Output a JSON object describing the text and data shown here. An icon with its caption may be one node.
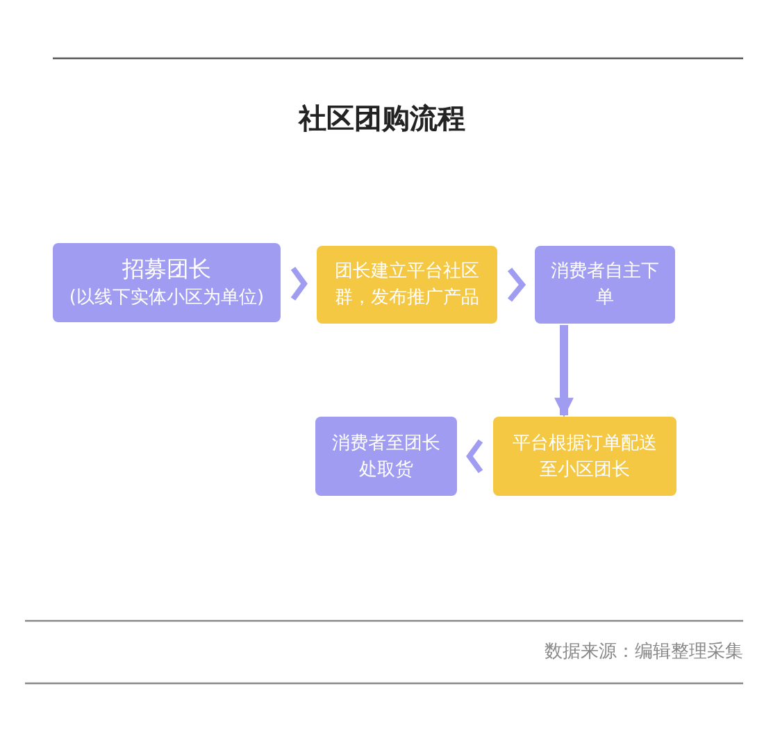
{
  "diagram": {
    "title": "社区团购流程",
    "nodes": [
      {
        "text": [
          "招募团长",
          "(以线下实体小区为单位)"
        ]
      },
      {
        "text": [
          "团长建立平台社区群，发布推广产品"
        ]
      },
      {
        "text": [
          "消费者自主下单"
        ]
      },
      {
        "text": [
          "平台根据订单配送至小区团长"
        ]
      },
      {
        "text": [
          "消费者至团长处取货"
        ]
      }
    ],
    "edges": [
      {
        "from": 0,
        "to": 1,
        "arrow": "to"
      },
      {
        "from": 1,
        "to": 2,
        "arrow": "to"
      },
      {
        "from": 2,
        "to": 3,
        "arrow": "to"
      },
      {
        "from": 3,
        "to": 4,
        "arrow": "to"
      }
    ],
    "labels": [
      "数据来源：编辑整理采集"
    ]
  }
}
